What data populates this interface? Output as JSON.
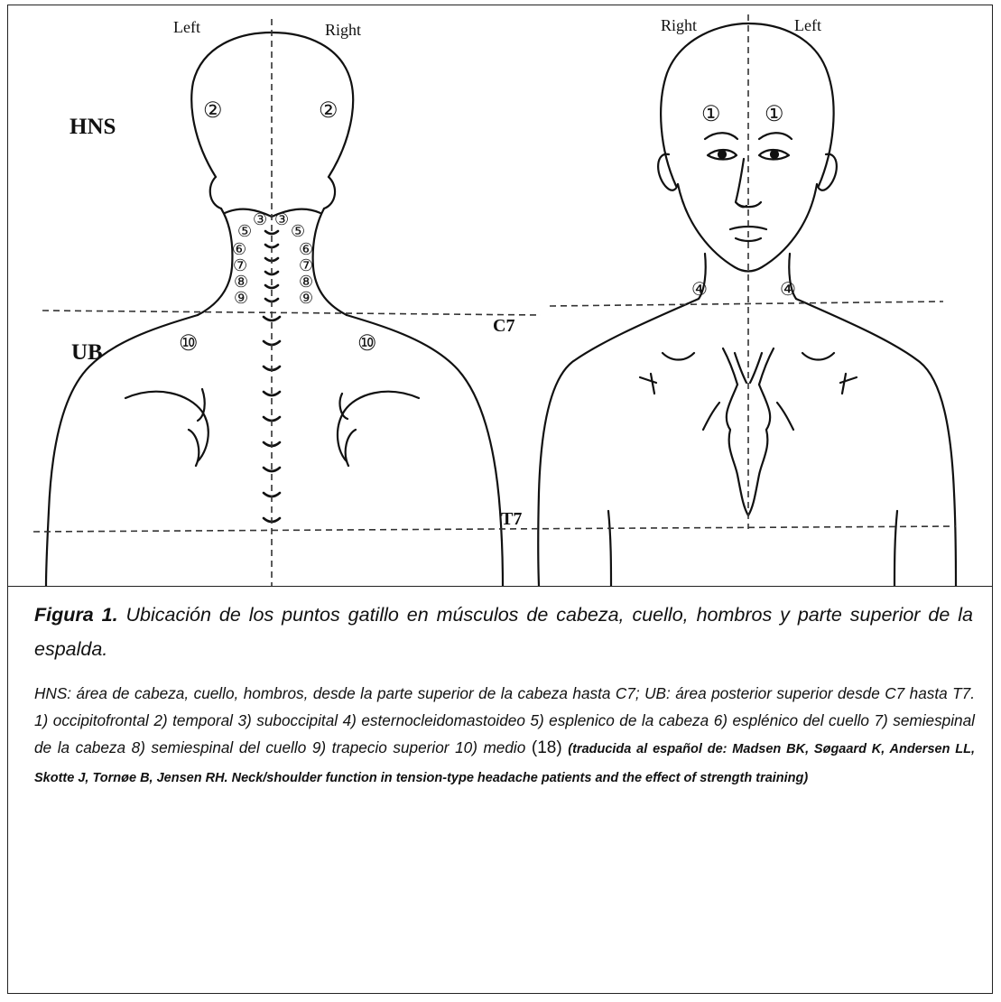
{
  "figure": {
    "back_view": {
      "side_left": "Left",
      "side_right": "Right"
    },
    "front_view": {
      "side_left": "Right",
      "side_right": "Left"
    },
    "region_labels": {
      "hns": "HNS",
      "ub": "UB",
      "c7": "C7",
      "t7": "T7"
    },
    "trigger_points": {
      "p1": "①",
      "p2": "②",
      "p3": "③",
      "p4": "④",
      "p5": "⑤",
      "p6": "⑥",
      "p7": "⑦",
      "p8": "⑧",
      "p9": "⑨",
      "p10": "⑩"
    }
  },
  "caption": {
    "label": "Figura 1.",
    "title": "Ubicación de los puntos gatillo en músculos de cabeza, cuello, hombros y parte superior de la espalda.",
    "notes": "HNS: área de cabeza, cuello, hombros, desde la parte superior de la cabeza hasta C7; UB: área posterior superior desde C7 hasta T7. 1) occipitofrontal 2) temporal 3) suboccipital 4) esternocleidomastoideo 5) esplenico de la cabeza 6) esplénico del cuello 7) semiespinal de la cabeza 8) semiespinal del cuello 9) trapecio superior 10) medio ",
    "citation": "(18)",
    "source": "(traducida al español de: Madsen BK, Søgaard K, Andersen LL, Skotte J, Tornøe B, Jensen RH. Neck/shoulder function in tension-type headache patients and the effect of strength training)"
  }
}
